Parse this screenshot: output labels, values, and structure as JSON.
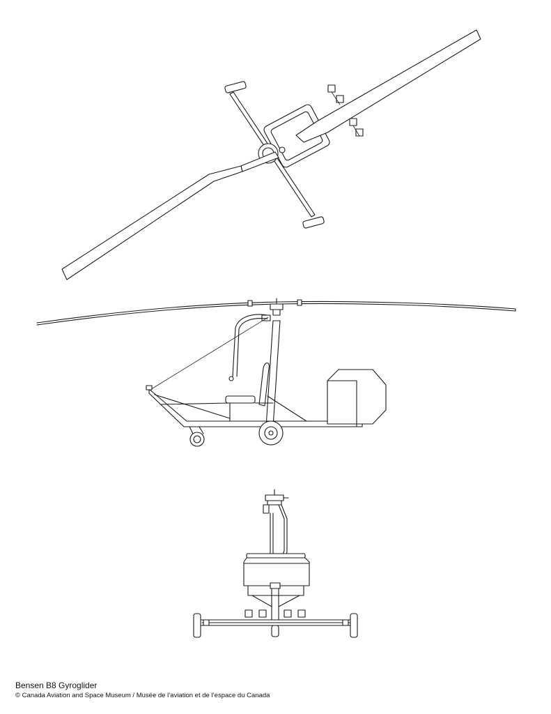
{
  "caption": {
    "title": "Bensen B8 Gyroglider",
    "credit": "© Canada Aviation and Space Museum / Musée de l’aviation et de l’espace du Canada"
  },
  "views": [
    "top-view",
    "side-view",
    "front-view"
  ]
}
